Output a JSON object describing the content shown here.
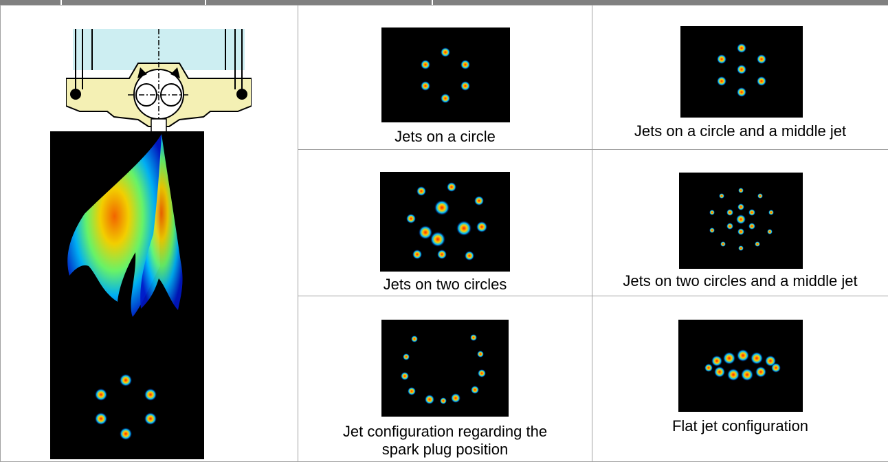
{
  "colors": {
    "background": "#ffffff",
    "header_bar": "#808080",
    "cell_border": "#a0a0a0",
    "image_background": "#000000",
    "injector_body": "#f4f0b4",
    "cylinder": "#cdeef2"
  },
  "configurations": [
    {
      "caption": "Jets on a circle"
    },
    {
      "caption": "Jets on a circle and a middle jet"
    },
    {
      "caption": "Jets on two circles"
    },
    {
      "caption": "Jets on two circles and a middle jet"
    },
    {
      "caption_lines": [
        "Jet configuration regarding the",
        "spark plug position"
      ]
    },
    {
      "caption": "Flat jet configuration"
    }
  ]
}
